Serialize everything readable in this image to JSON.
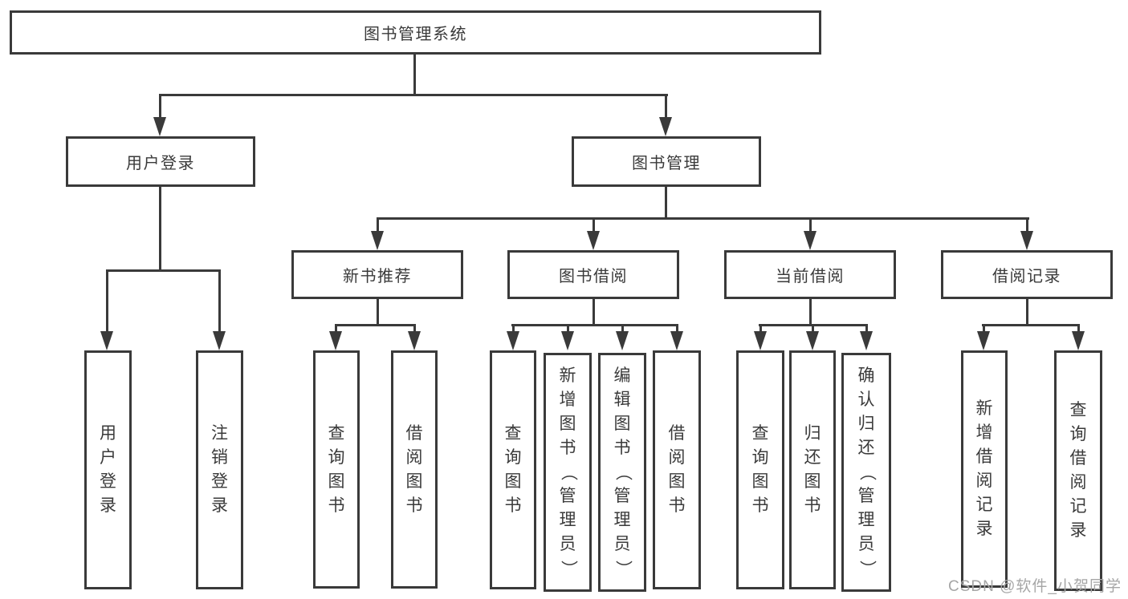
{
  "diagram": {
    "title": "图书管理系统",
    "branches": [
      {
        "label": "用户登录",
        "children": [
          "用户登录",
          "注销登录"
        ]
      },
      {
        "label": "图书管理",
        "children": [
          {
            "label": "新书推荐",
            "children": [
              "查询图书",
              "借阅图书"
            ]
          },
          {
            "label": "图书借阅",
            "children": [
              "查询图书",
              "新增图书（管理员）",
              "编辑图书（管理员）",
              "借阅图书"
            ]
          },
          {
            "label": "当前借阅",
            "children": [
              "查询图书",
              "归还图书",
              "确认归还（管理员）"
            ]
          },
          {
            "label": "借阅记录",
            "children": [
              "新增借阅记录",
              "查询借阅记录"
            ]
          }
        ]
      }
    ],
    "colors": {
      "line": "#3a3a3a",
      "text": "#3a3a3a",
      "background": "#ffffff",
      "watermark": "#a6a6a6"
    }
  },
  "watermark": {
    "text": "CSDN @软件_小贺同学"
  }
}
